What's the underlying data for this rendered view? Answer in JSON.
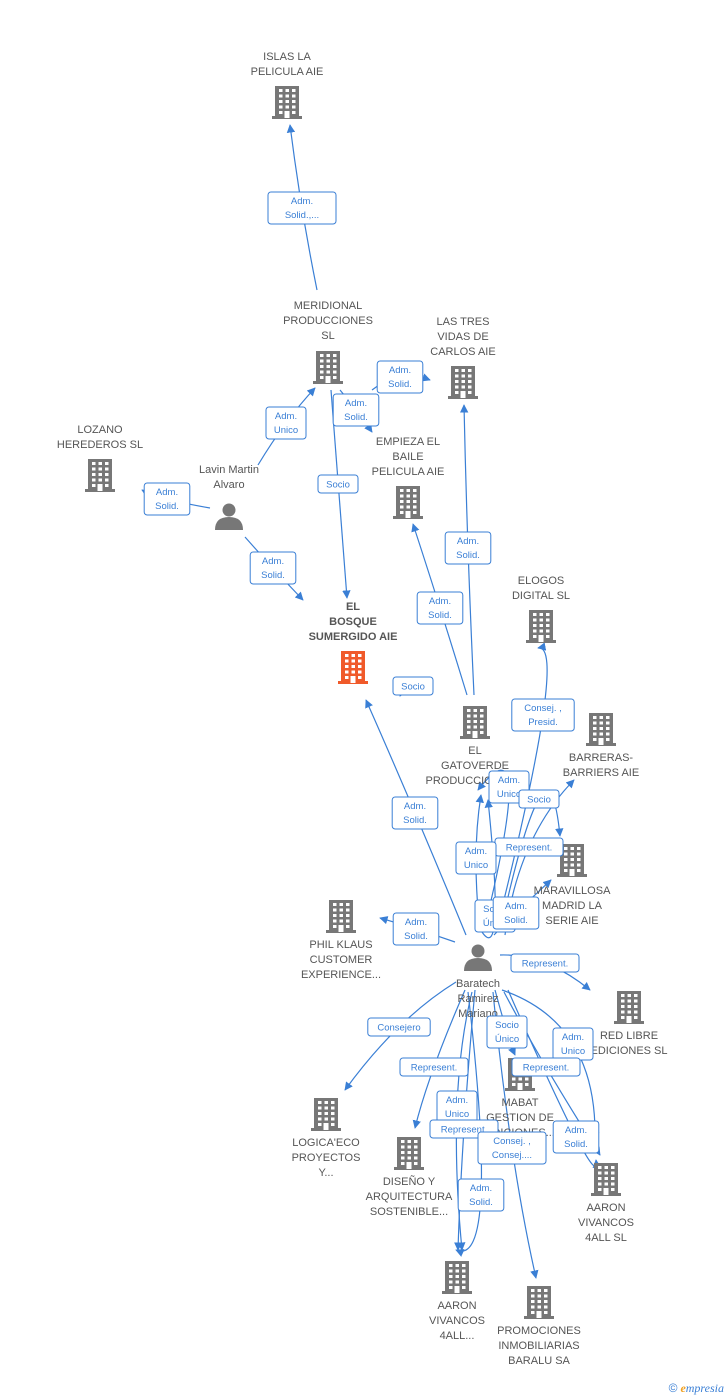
{
  "nodes": [
    {
      "id": "islas",
      "type": "company",
      "lines": [
        "ISLAS LA",
        "PELICULA AIE"
      ]
    },
    {
      "id": "meridional",
      "type": "company",
      "lines": [
        "MERIDIONAL",
        "PRODUCCIONES",
        "SL"
      ]
    },
    {
      "id": "lastres",
      "type": "company",
      "lines": [
        "LAS TRES",
        "VIDAS DE",
        "CARLOS AIE"
      ]
    },
    {
      "id": "lozano",
      "type": "company",
      "lines": [
        "LOZANO",
        "HEREDEROS SL"
      ]
    },
    {
      "id": "lavin",
      "type": "person",
      "lines": [
        "Lavin Martin",
        "Alvaro"
      ]
    },
    {
      "id": "empieza",
      "type": "company",
      "lines": [
        "EMPIEZA EL",
        "BAILE",
        "PELICULA AIE"
      ]
    },
    {
      "id": "bosque",
      "type": "focus",
      "lines": [
        "EL",
        "BOSQUE",
        "SUMERGIDO AIE"
      ]
    },
    {
      "id": "elogos",
      "type": "company",
      "lines": [
        "ELOGOS",
        "DIGITAL  SL"
      ]
    },
    {
      "id": "gatoverde",
      "type": "company",
      "lines": [
        "EL",
        "GATOVERDE",
        "PRODUCCIONES..."
      ]
    },
    {
      "id": "barreras",
      "type": "company",
      "lines": [
        "BARRERAS-",
        "BARRIERS AIE"
      ]
    },
    {
      "id": "maravillosa",
      "type": "company",
      "lines": [
        "MARAVILLOSA",
        "MADRID LA",
        "SERIE AIE"
      ]
    },
    {
      "id": "philklaus",
      "type": "company",
      "lines": [
        "PHIL KLAUS",
        "CUSTOMER",
        "EXPERIENCE..."
      ]
    },
    {
      "id": "baratech",
      "type": "person",
      "lines": [
        "Baratech",
        "Ramirez",
        "Mariano"
      ]
    },
    {
      "id": "redlibre",
      "type": "company",
      "lines": [
        "RED LIBRE",
        "EDICIONES  SL"
      ]
    },
    {
      "id": "mabat",
      "type": "company",
      "lines": [
        "MABAT",
        "GESTION DE",
        "EDICIONES..."
      ]
    },
    {
      "id": "logica",
      "type": "company",
      "lines": [
        "LOGICA'ECO",
        "PROYECTOS",
        "Y..."
      ]
    },
    {
      "id": "diseno",
      "type": "company",
      "lines": [
        "DISEÑO Y",
        "ARQUITECTURA",
        "SOSTENIBLE..."
      ]
    },
    {
      "id": "aaron4all",
      "type": "company",
      "lines": [
        "AARON",
        "VIVANCOS",
        "4ALL  SL"
      ]
    },
    {
      "id": "aaron4alldots",
      "type": "company",
      "lines": [
        "AARON",
        "VIVANCOS",
        "4ALL..."
      ]
    },
    {
      "id": "promociones",
      "type": "company",
      "lines": [
        "PROMOCIONES",
        "INMOBILIARIAS",
        "BARALU SA"
      ]
    }
  ],
  "edges": [
    {
      "id": "e1",
      "from": "meridional",
      "to": "islas",
      "lines": [
        "Adm.",
        "Solid.,..."
      ]
    },
    {
      "id": "e2",
      "from": "meridional",
      "to": "lastres",
      "lines": [
        "Adm.",
        "Solid."
      ]
    },
    {
      "id": "e3",
      "from": "meridional",
      "to": "empieza",
      "lines": [
        "Adm.",
        "Solid."
      ]
    },
    {
      "id": "e4",
      "from": "meridional",
      "to": "bosque",
      "lines": [
        "Socio"
      ]
    },
    {
      "id": "e5",
      "from": "lavin",
      "to": "meridional",
      "lines": [
        "Adm.",
        "Unico"
      ]
    },
    {
      "id": "e6",
      "from": "lavin",
      "to": "lozano",
      "lines": [
        "Adm.",
        "Solid."
      ]
    },
    {
      "id": "e7",
      "from": "lavin",
      "to": "bosque",
      "lines": [
        "Adm.",
        "Solid."
      ]
    },
    {
      "id": "e8",
      "from": "gatoverde",
      "to": "lastres",
      "lines": [
        "Adm.",
        "Solid."
      ]
    },
    {
      "id": "e9",
      "from": "gatoverde",
      "to": "empieza",
      "lines": [
        "Adm.",
        "Solid."
      ]
    },
    {
      "id": "e10",
      "from": "gatoverde",
      "to": "bosque",
      "lines": [
        "Socio"
      ]
    },
    {
      "id": "e11",
      "from": "baratech",
      "to": "elogos",
      "lines": [
        "Consej. ,",
        "Presid."
      ]
    },
    {
      "id": "e12",
      "from": "baratech",
      "to": "gatoverde",
      "lines": [
        "Adm.",
        "Unico"
      ]
    },
    {
      "id": "e13",
      "from": "baratech",
      "to": "maravillosa",
      "lines": [
        "Socio"
      ]
    },
    {
      "id": "e14",
      "from": "baratech",
      "to": "barreras",
      "lines": [
        "Represent."
      ]
    },
    {
      "id": "e15",
      "from": "baratech",
      "to": "bosque",
      "lines": [
        "Adm.",
        "Solid."
      ]
    },
    {
      "id": "e16",
      "from": "baratech",
      "to": "gatoverde",
      "lines": [
        "Adm.",
        "Unico"
      ]
    },
    {
      "id": "e17",
      "from": "baratech",
      "to": "gatoverde",
      "lines": [
        "Socio",
        "Único"
      ]
    },
    {
      "id": "e18",
      "from": "baratech",
      "to": "maravillosa",
      "lines": [
        "Adm.",
        "Solid."
      ]
    },
    {
      "id": "e19",
      "from": "baratech",
      "to": "philklaus",
      "lines": [
        "Adm.",
        "Solid."
      ]
    },
    {
      "id": "e20",
      "from": "baratech",
      "to": "redlibre",
      "lines": [
        "Represent."
      ]
    },
    {
      "id": "e21",
      "from": "baratech",
      "to": "logica",
      "lines": [
        "Consejero"
      ]
    },
    {
      "id": "e22",
      "from": "baratech",
      "to": "mabat",
      "lines": [
        "Socio",
        "Único"
      ]
    },
    {
      "id": "e23",
      "from": "baratech",
      "to": "redlibre",
      "lines": [
        "Adm.",
        "Unico"
      ]
    },
    {
      "id": "e24",
      "from": "baratech",
      "to": "diseno",
      "lines": [
        "Represent."
      ]
    },
    {
      "id": "e25",
      "from": "baratech",
      "to": "aaron4all",
      "lines": [
        "Represent."
      ]
    },
    {
      "id": "e26",
      "from": "baratech",
      "to": "aaron4alldots",
      "lines": [
        "Adm.",
        "Unico"
      ]
    },
    {
      "id": "e27",
      "from": "baratech",
      "to": "aaron4alldots",
      "lines": [
        "Represent."
      ]
    },
    {
      "id": "e28",
      "from": "baratech",
      "to": "promociones",
      "lines": [
        "Consej. ,",
        "Consej...."
      ]
    },
    {
      "id": "e29",
      "from": "baratech",
      "to": "aaron4all",
      "lines": [
        "Adm.",
        "Solid."
      ]
    },
    {
      "id": "e30",
      "from": "baratech",
      "to": "aaron4alldots",
      "lines": [
        "Adm.",
        "Solid."
      ]
    }
  ],
  "brand": {
    "copyright": "©",
    "initial": "e",
    "rest": "mpresia"
  },
  "colors": {
    "edge": "#3a7fd5",
    "node": "#777777",
    "focus": "#f05a2a",
    "label": "#555555"
  }
}
